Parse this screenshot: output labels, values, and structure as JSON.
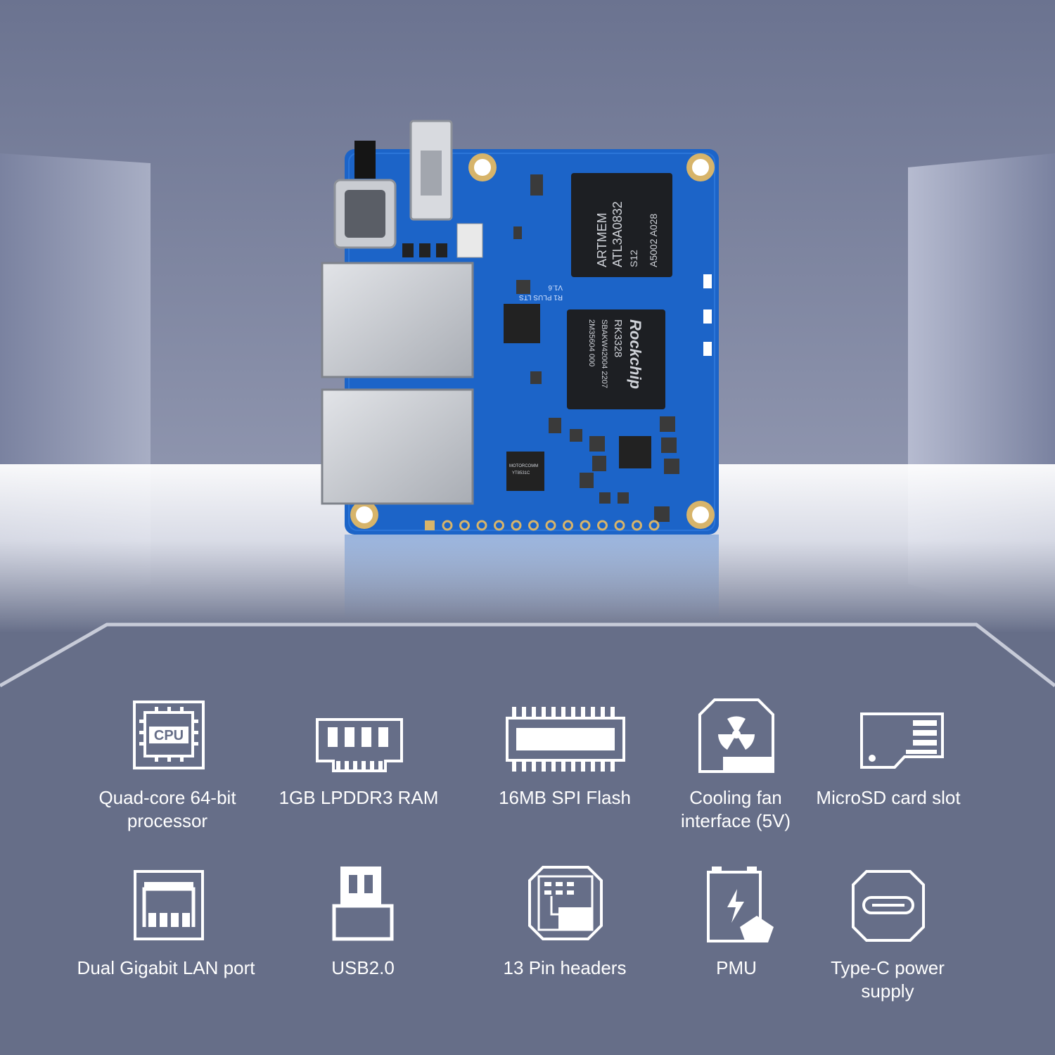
{
  "product": {
    "board_model_silkscreen": "R1 PLUS LTS",
    "board_version": "V1.6",
    "chip_soc_brand": "Rockchip",
    "chip_soc_model": "RK3328",
    "chip_soc_code1": "SBAKW42004 2207",
    "chip_soc_code2": "2M35604 000",
    "chip_ram_brand": "ARTMEM",
    "chip_ram_model": "ATL3A0832",
    "chip_ram_code1": "S12",
    "chip_ram_code2": "A5002  A028",
    "chip_eth_brand": "MOTORCOMM",
    "chip_eth_model": "YT8531C"
  },
  "features": [
    {
      "label": "Quad-core 64-bit\nprocessor",
      "icon": "cpu-icon",
      "icon_text": "CPU"
    },
    {
      "label": "1GB LPDDR3 RAM",
      "icon": "ram-icon"
    },
    {
      "label": "16MB SPI Flash",
      "icon": "flash-chip-icon"
    },
    {
      "label": "Cooling fan\ninterface (5V)",
      "icon": "cooling-fan-icon"
    },
    {
      "label": "MicroSD card slot",
      "icon": "microsd-card-icon"
    },
    {
      "label": "Dual Gigabit LAN port",
      "icon": "lan-port-icon"
    },
    {
      "label": "USB2.0",
      "icon": "usb-icon"
    },
    {
      "label": "13 Pin headers",
      "icon": "pin-header-icon"
    },
    {
      "label": "PMU",
      "icon": "pmu-battery-icon"
    },
    {
      "label": "Type-C power\nsupply",
      "icon": "type-c-icon"
    }
  ],
  "colors": {
    "background": "#666e88",
    "board_blue": "#1c64c8",
    "icon_white": "#ffffff"
  }
}
